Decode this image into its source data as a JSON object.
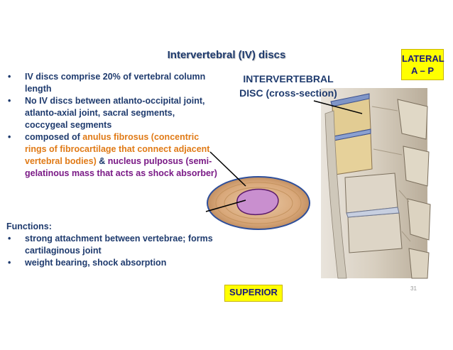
{
  "slide": {
    "title": "Intervertebral (IV) discs",
    "lateral_line1": "LATERAL",
    "lateral_line2": "A – P",
    "superior": "SUPERIOR",
    "disc_label_line1": "INTERVERTEBRAL",
    "disc_label_line2": "DISC (cross-section)",
    "page_number": "31"
  },
  "bullets": {
    "b1": "IV discs comprise 20% of vertebral column length",
    "b2": "No IV discs between atlanto-occipital joint, atlanto-axial joint, sacral segments, coccygeal segments",
    "b3_prefix": "composed of ",
    "b3_anulus": "anulus fibrosus (concentric rings of fibrocartilage that connect adjacent vertebral bodies)",
    "b3_amp": " & ",
    "b3_nucleus": "nucleus pulposus (semi-gelatinous mass that acts as shock absorber)"
  },
  "functions": {
    "heading": "Functions:",
    "f1": "strong attachment between vertebrae; forms cartilaginous joint",
    "f2": "weight bearing, shock absorption"
  },
  "bullet_char": "•",
  "colors": {
    "text": "#1f3b6e",
    "anulus": "#e07a16",
    "nucleus": "#7a1a86",
    "highlight": "#ffff00"
  }
}
